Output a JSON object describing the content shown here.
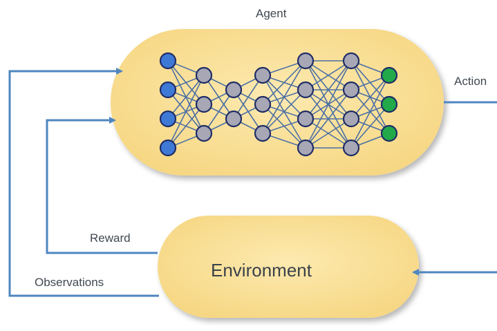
{
  "agent": {
    "title": "Agent"
  },
  "environment": {
    "label": "Environment"
  },
  "arrows": {
    "action": "Action",
    "reward": "Reward",
    "observations": "Observations"
  },
  "network": {
    "layers": [
      4,
      3,
      2,
      3,
      4,
      4,
      3
    ],
    "layer_colors": [
      "input-blue",
      "hidden-gray",
      "hidden-gray",
      "hidden-gray",
      "hidden-gray",
      "hidden-gray",
      "output-green"
    ]
  },
  "colors": {
    "pill_fill": "#fbe29e",
    "arrow": "#4f86c0",
    "input_node": "#3f79d6",
    "hidden_node": "#a7a7b5",
    "output_node": "#22a94a",
    "node_stroke": "#1f2c66",
    "edge": "#4a6fa5"
  }
}
